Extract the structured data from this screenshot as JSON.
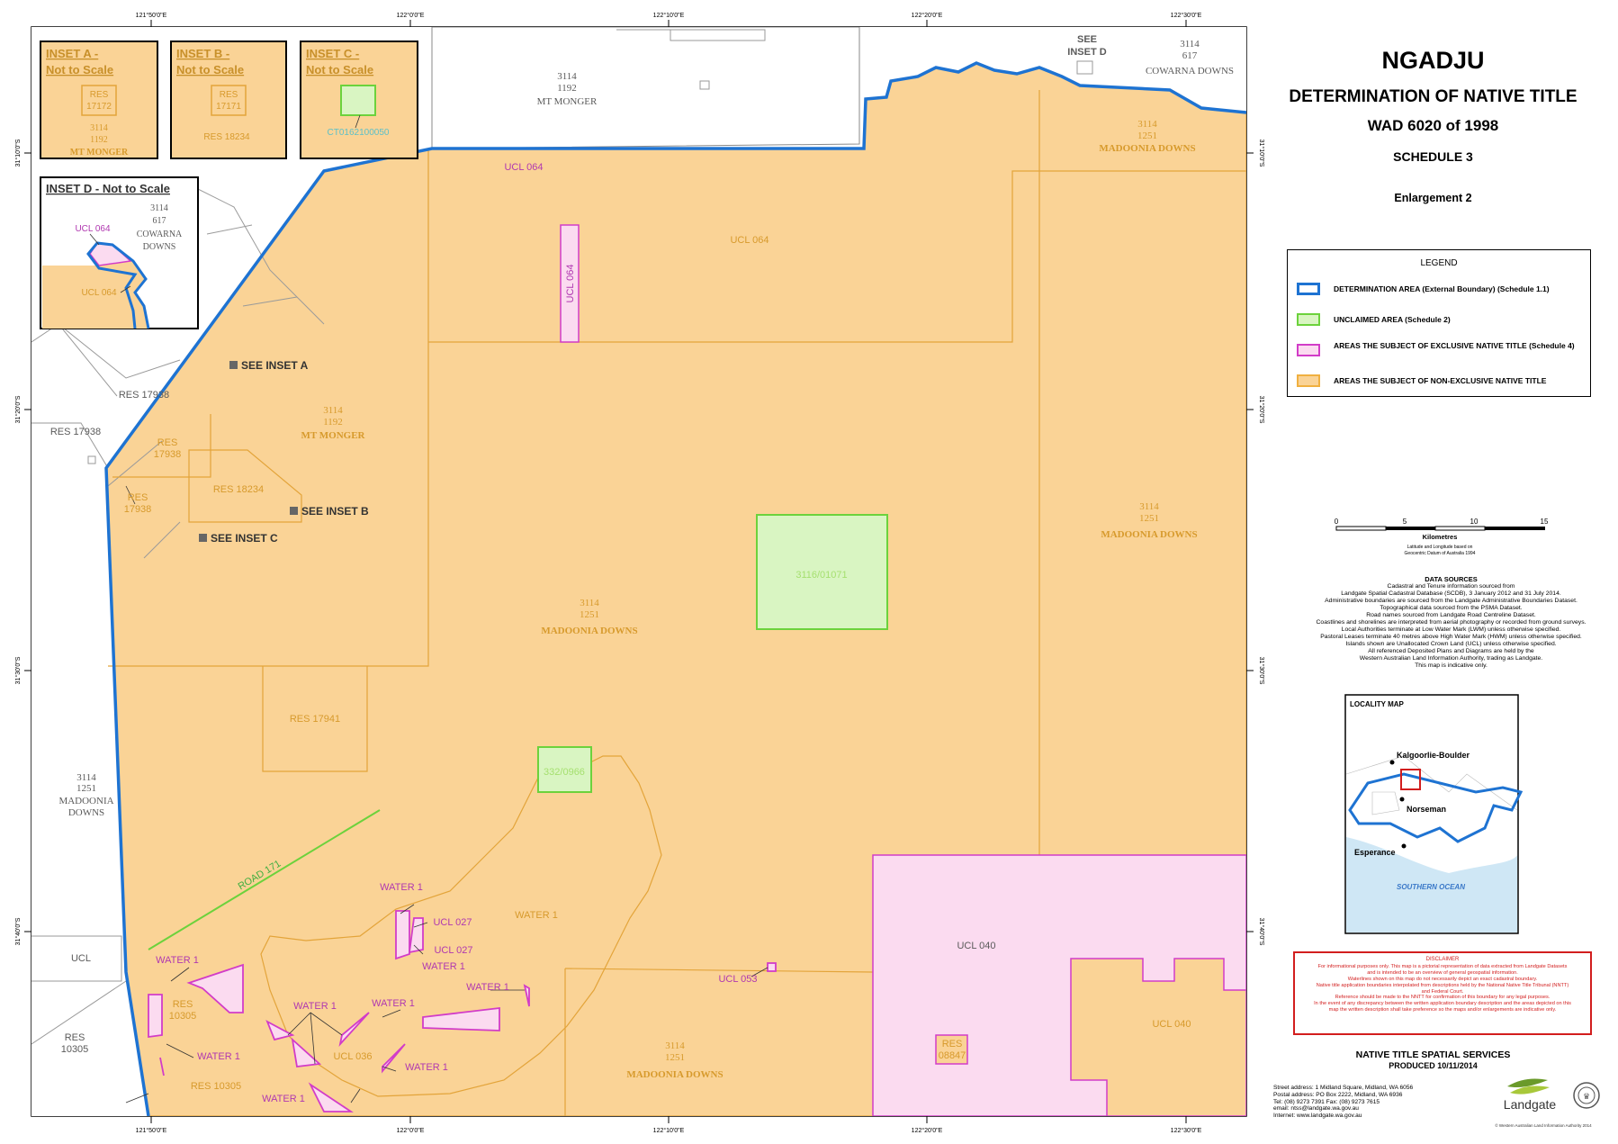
{
  "titles": {
    "name": "NGADJU",
    "determination": "DETERMINATION OF NATIVE TITLE",
    "case": "WAD 6020 of 1998",
    "schedule": "SCHEDULE 3",
    "enlargement": "Enlargement 2"
  },
  "legend": {
    "title": "LEGEND",
    "items": [
      {
        "label": "DETERMINATION AREA (External Boundary) (Schedule 1.1)",
        "color": "#1e73d2"
      },
      {
        "label": "UNCLAIMED AREA (Schedule 2)",
        "color": "#6cd23c"
      },
      {
        "label": "AREAS THE SUBJECT OF EXCLUSIVE NATIVE TITLE (Schedule 4)",
        "color": "#d23cc8"
      },
      {
        "label": "AREAS THE SUBJECT OF NON-EXCLUSIVE NATIVE TITLE",
        "color": "#f0b040"
      }
    ]
  },
  "scale": {
    "ticks": [
      "0",
      "5",
      "10",
      "15"
    ],
    "unit": "Kilometres",
    "note1": "Latitude and Longitude based on",
    "note2": "Geocentric Datum of Australia 1994"
  },
  "data_sources": {
    "title": "DATA SOURCES",
    "lines": [
      "Cadastral and Tenure information sourced from",
      "Landgate Spatial Cadastral Database (SCDB), 3 January 2012 and 31 July 2014.",
      "Administrative boundaries are sourced from the Landgate Administrative Boundaries Dataset.",
      "Topographical data sourced from the PSMA Dataset.",
      "Road names sourced from Landgate Road Centreline Dataset.",
      "Coastlines and shorelines are interpreted from aerial photography or recorded from ground surveys.",
      "Local Authorities terminate at Low Water Mark (LWM) unless otherwise specified.",
      "Pastoral Leases terminate 40 metres above High Water Mark (HWM) unless otherwise specified.",
      "Islands shown are Unallocated Crown Land (UCL) unless otherwise specified.",
      "All referenced Deposited Plans and Diagrams are held by the",
      "Western Australian Land Information Authority, trading as Landgate.",
      "This map is indicative only."
    ]
  },
  "locality": {
    "title": "LOCALITY MAP",
    "places": [
      "Kalgoorlie-Boulder",
      "Norseman",
      "Esperance"
    ],
    "ocean": "SOUTHERN    OCEAN"
  },
  "disclaimer": {
    "title": "DISCLAIMER",
    "lines": [
      "For informational purposes only. This map is a pictorial representation of data extracted from Landgate Datasets",
      "and is intended to be an overview of general geospatial information.",
      "Waterlines shown on this map do not necessarily depict an exact cadastral boundary.",
      "Native title application boundaries interpolated from descriptions held by the National Native Title Tribunal (NNTT)",
      "and Federal Court.",
      "Reference should be made to the NNTT for confirmation of this boundary for any legal purposes.",
      "In the event of any discrepancy between the written application boundary description and the areas depicted on this",
      "map the written description shall take preference so the maps and/or enlargements are indicative only."
    ]
  },
  "produced": {
    "org": "NATIVE TITLE SPATIAL SERVICES",
    "date": "PRODUCED 10/11/2014"
  },
  "address": [
    "Street address: 1 Midland Square, Midland, WA 6056",
    "Postal address: PO Box 2222, Midland, WA 6936",
    "Tel: (08) 9273 7391   Fax: (08) 9273 7615",
    "email: ntss@landgate.wa.gov.au",
    "Internet: www.landgate.wa.gov.au"
  ],
  "logo": {
    "name": "Landgate",
    "copyright": "© Western Australian Land Information Authority 2014"
  },
  "graticule": {
    "lon": [
      "121°50'0\"E",
      "122°0'0\"E",
      "122°10'0\"E",
      "122°20'0\"E",
      "122°30'0\"E"
    ],
    "lat": [
      "31°10'0\"S",
      "31°20'0\"S",
      "31°30'0\"S",
      "31°40'0\"S"
    ]
  },
  "insets": {
    "a": {
      "title": "INSET A -",
      "sub": "Not to Scale",
      "res": "RES",
      "res_no": "17172",
      "l1": "3114",
      "l2": "1192",
      "l3": "MT MONGER"
    },
    "b": {
      "title": "INSET B -",
      "sub": "Not to Scale",
      "res": "RES",
      "res_no": "17171",
      "other": "RES 18234"
    },
    "c": {
      "title": "INSET C -",
      "sub": "Not to Scale",
      "ct": "CT0162100050"
    },
    "d": {
      "title": "INSET D - Not to Scale",
      "ucl1": "UCL 064",
      "l1": "3114",
      "l2": "617",
      "l3": "COWARNA",
      "l4": "DOWNS",
      "ucl2": "UCL 064"
    }
  },
  "labels": {
    "mtmonger_top": [
      "3114",
      "1192",
      "MT MONGER"
    ],
    "cowarna": [
      "3114",
      "617",
      "COWARNA DOWNS"
    ],
    "see_inset_d": [
      "SEE",
      "INSET D"
    ],
    "madoonia_ne": [
      "3114",
      "1251",
      "MADOONIA DOWNS"
    ],
    "madoonia_e": [
      "3114",
      "1251",
      "MADOONIA DOWNS"
    ],
    "madoonia_c": [
      "3114",
      "1251",
      "MADOONIA DOWNS"
    ],
    "madoonia_s": [
      "3114",
      "1251",
      "MADOONIA DOWNS"
    ],
    "madoonia_w": [
      "3114",
      "1251",
      "MADOONIA",
      "DOWNS"
    ],
    "mtmonger_mid": [
      "3114",
      "1192",
      "MT MONGER"
    ],
    "ucl064_top": "UCL 064",
    "ucl064_mid": "UCL 064",
    "ucl064_vert": "UCL 064",
    "see_inset_a": "SEE INSET A",
    "see_inset_b": "SEE INSET B",
    "see_inset_c": "SEE INSET C",
    "res17938_a": "RES 17938",
    "res17938_b": "RES 17938",
    "res17938_c": [
      "RES",
      "17938"
    ],
    "res17938_d": [
      "RES",
      "17938"
    ],
    "res18234": "RES 18234",
    "res17941": "RES 17941",
    "p3116": "3116/01071",
    "p332": "332/0966",
    "road171": "ROAD 171",
    "water1": "WATER 1",
    "ucl027": "UCL 027",
    "ucl053": "UCL 053",
    "ucl040": "UCL 040",
    "ucl036": "UCL 036",
    "ucl": "UCL",
    "res10305": [
      "RES",
      "10305"
    ],
    "res10305b": "RES 10305",
    "res08847": [
      "RES",
      "08847"
    ]
  }
}
